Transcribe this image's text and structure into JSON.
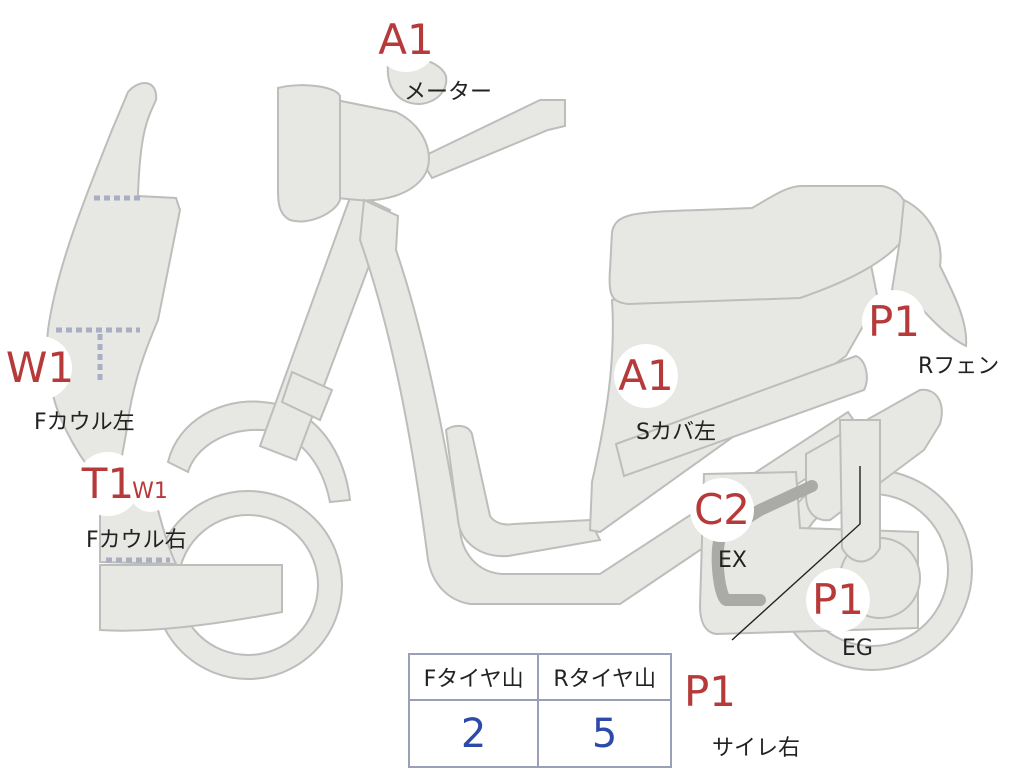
{
  "badges": [
    {
      "id": "a1-meter",
      "code": "A1",
      "label": "メーター"
    },
    {
      "id": "w1-fcowl-left",
      "code": "W1",
      "label": "Fカウル左"
    },
    {
      "id": "t1-fcowl-right",
      "code": "T1",
      "label": "Fカウル右"
    },
    {
      "id": "w1-fcowl-right",
      "code": "W1"
    },
    {
      "id": "a1-side-cover-left",
      "code": "A1",
      "label": "Sカバ左"
    },
    {
      "id": "p1-rear-fender",
      "code": "P1",
      "label": "Rフェン"
    },
    {
      "id": "c2-exhaust",
      "code": "C2",
      "label": "EX"
    },
    {
      "id": "p1-engine",
      "code": "P1",
      "label": "EG"
    },
    {
      "id": "p1-muffler-right",
      "code": "P1",
      "label": "サイレ右"
    }
  ],
  "tire_table": {
    "headers": [
      "Fタイヤ山",
      "Rタイヤ山"
    ],
    "values": [
      "2",
      "5"
    ]
  },
  "colors": {
    "badge_text": "#b63a3a",
    "table_value": "#2c4aa8",
    "body_fill": "#e7e7e4"
  }
}
